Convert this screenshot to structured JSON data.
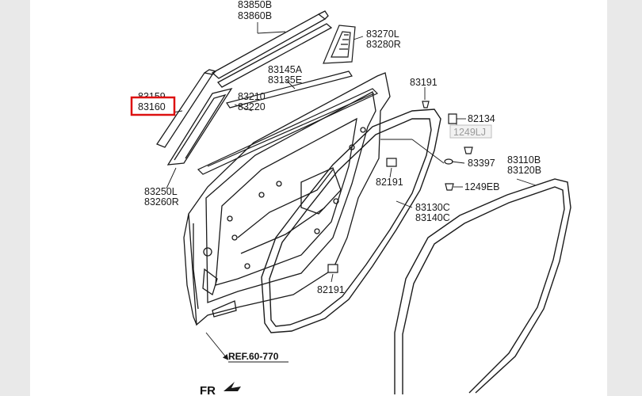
{
  "labels": {
    "p83850B": "83850B",
    "p83860B": "83860B",
    "p83270L": "83270L",
    "p83280R": "83280R",
    "p83145A": "83145A",
    "p83135E": "83135E",
    "p83159": "83159",
    "p83160": "83160",
    "p83210": "83210",
    "p83220": "83220",
    "p83191_top": "83191",
    "p82134": "82134",
    "p1249LJ": "1249LJ",
    "p83397": "83397",
    "p82191_mid": "82191",
    "p1249EB": "1249EB",
    "p83250L": "83250L",
    "p83260R": "83260R",
    "p83130C": "83130C",
    "p83140C": "83140C",
    "p83110B": "83110B",
    "p83120B": "83120B",
    "p82191_low": "82191",
    "ref": "REF.60-770",
    "fr": "FR"
  },
  "colors": {
    "highlight": "#dd1111",
    "faded_label": "#9a9a9a",
    "line": "#1a1a1a"
  }
}
